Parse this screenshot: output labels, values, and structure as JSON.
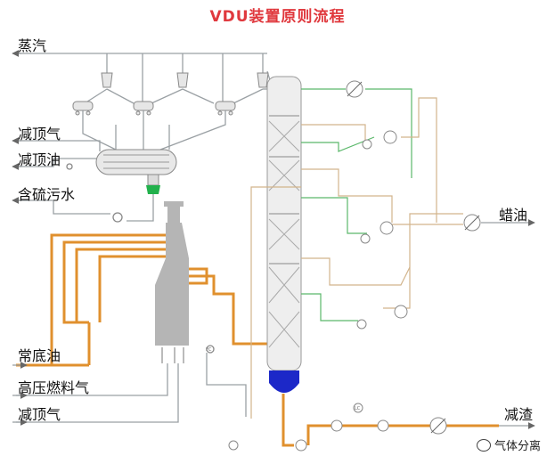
{
  "title": "VDU装置原则流程",
  "labels": {
    "steam": "蒸汽",
    "vac_top_gas_out": "减顶气",
    "vac_top_oil": "减顶油",
    "sour_water": "含硫污水",
    "wax_oil": "蜡油",
    "atm_residue": "常底油",
    "hp_fuel_gas": "高压燃料气",
    "vac_top_gas_in": "减顶气",
    "vac_residue": "减渣"
  },
  "instrument_tags": {
    "fc": "FC",
    "lc": "LC"
  },
  "watermark": "气体分离",
  "colors": {
    "title": "#e0393e",
    "hot_oil": "#e0902e",
    "water_line": "#5ab86a",
    "tan_line": "#d2b48c",
    "steam_line": "#9aa0a4",
    "equipment": "#b5b5b5",
    "liquid_top": "#22b14c",
    "liquid_bottom": "#1c28c8"
  }
}
